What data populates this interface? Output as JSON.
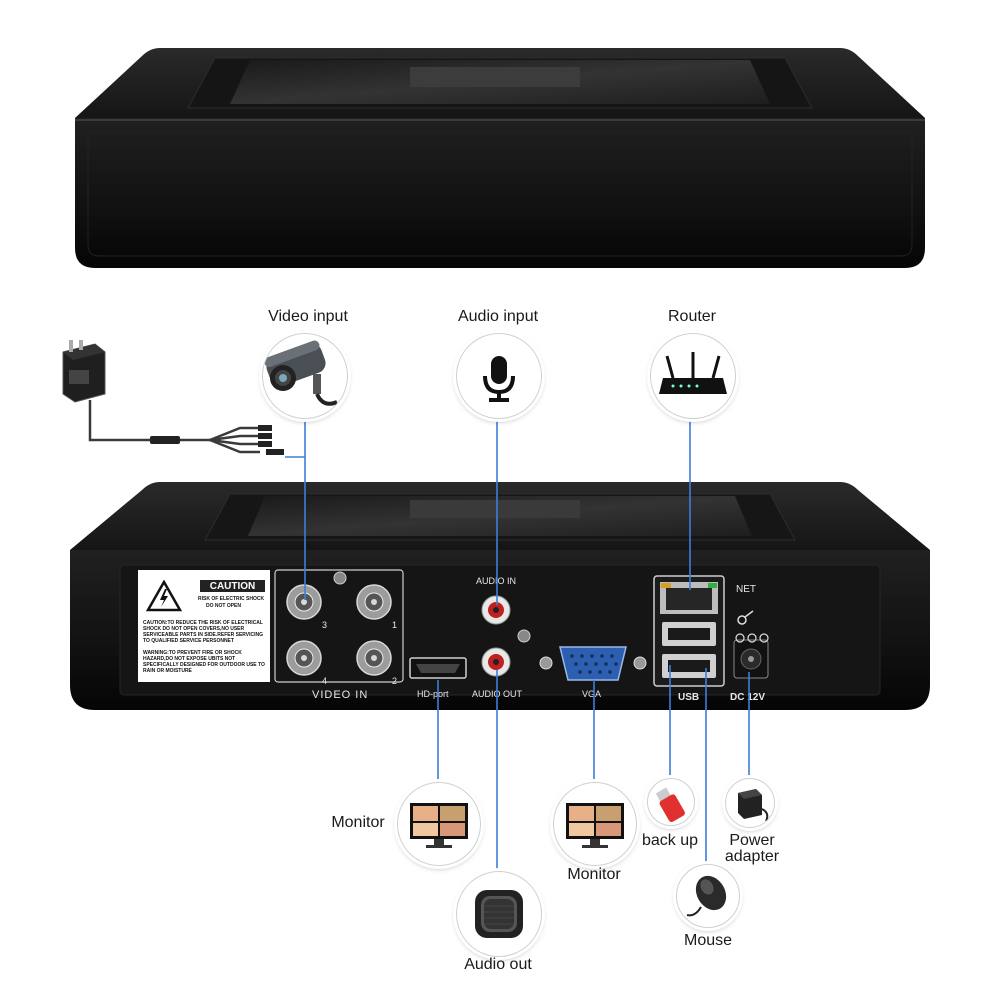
{
  "labels": {
    "video_input": "Video input",
    "audio_input": "Audio input",
    "router": "Router",
    "monitor_left": "Monitor",
    "monitor_right": "Monitor",
    "audio_out": "Audio out",
    "back_up": "back up",
    "power_adapter_line1": "Power",
    "power_adapter_line2": "adapter",
    "mouse": "Mouse"
  },
  "panel": {
    "caution_title": "CAUTION",
    "caution_sub1": "RISK OF ELECTRIC SHOCK",
    "caution_sub2": "DO NOT OPEN",
    "warn_block1": "CAUTION:TO REDUCE THE RISK OF ELECTRICAL SHOCK DO NOT OPEN COVERS,NO USER SERVICEABLE PARTS IN SIDE.REFER SERVICING TO QUALIFIED SERVICE PERSONNET",
    "warn_block2": "WARNING:TO PREVENT FIRE OR SHOCK HAZARD,DO NOT EXPOSE UBITS NOT SPECIFICALLY DESIGNED FOR OUTDOOR USE TO RAIN OR MOISTURE",
    "video_in": "VIDEO IN",
    "bnc_3": "3",
    "bnc_1": "1",
    "bnc_4": "4",
    "bnc_2": "2",
    "audio_in": "AUDIO IN",
    "audio_out": "AUDIO OUT",
    "hd_port": "HD-port",
    "vga": "VGA",
    "net": "NET",
    "usb": "USB",
    "dc": "DC 12V"
  },
  "colors": {
    "connector_line": "#3b7fd9",
    "device_body": "#1b1b1b",
    "label_text": "#1a1a1a"
  },
  "icons": [
    "power-adapter-icon",
    "cctv-camera-icon",
    "microphone-icon",
    "router-icon",
    "monitor-icon",
    "speaker-icon",
    "usb-drive-icon",
    "adapter-icon",
    "mouse-icon"
  ]
}
